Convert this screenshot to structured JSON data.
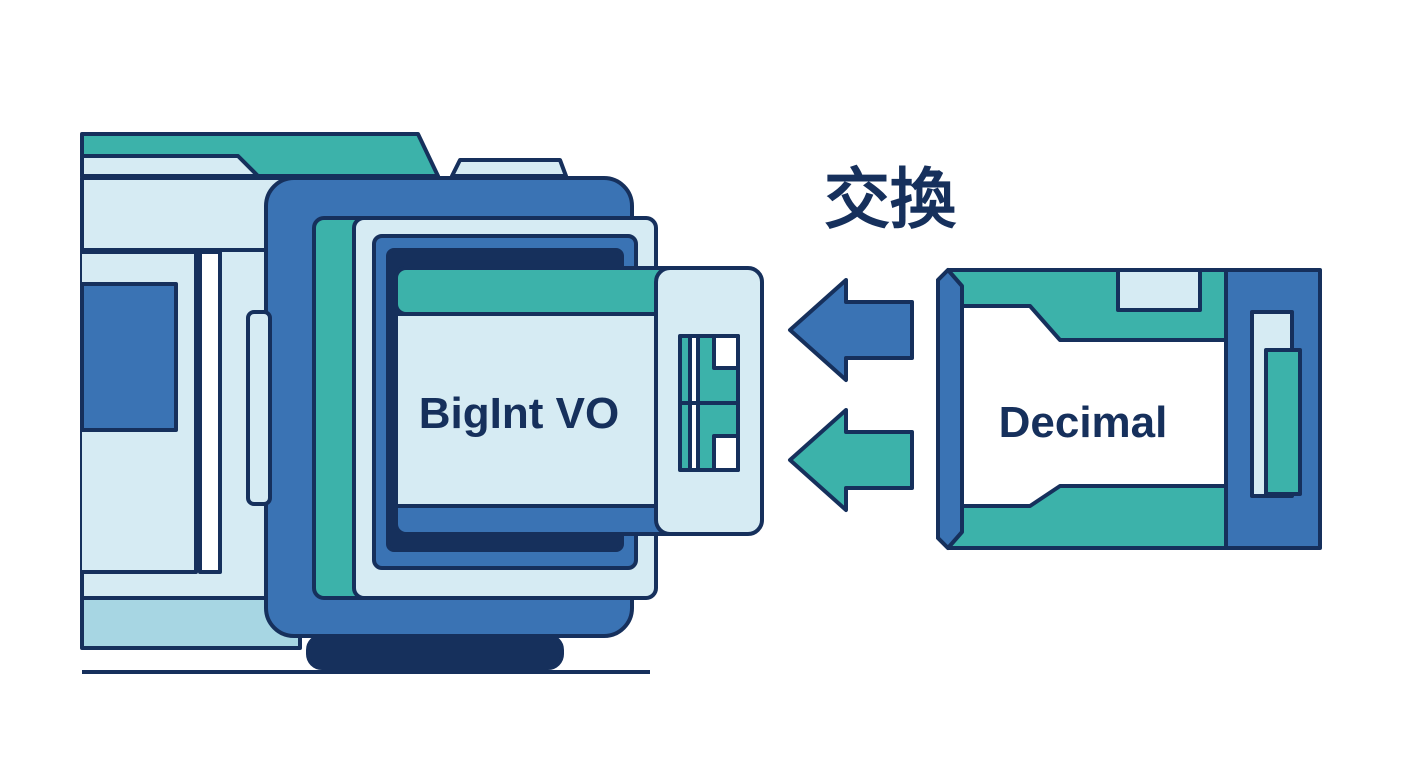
{
  "title": "交換",
  "source_module": {
    "label": "BigInt VO"
  },
  "replacement_module": {
    "label": "Decimal"
  },
  "arrows": {
    "count": 2,
    "direction": "left"
  },
  "colors": {
    "navy": "#16305c",
    "blue": "#3a73b4",
    "teal": "#3cb2aa",
    "light": "#d6ebf3",
    "white": "#ffffff"
  }
}
